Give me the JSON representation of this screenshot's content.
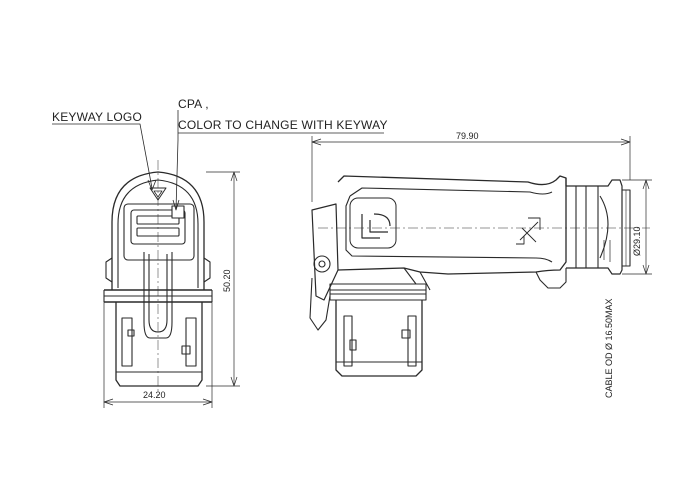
{
  "callouts": {
    "keyway_logo": "KEYWAY LOGO",
    "cpa": "CPA ,",
    "cpa_note": "COLOR TO CHANGE WITH KEYWAY"
  },
  "dimensions": {
    "height": "50.20",
    "width": "24.20",
    "length": "79.90",
    "diameter": "Ø29.10",
    "cable_od": "CABLE OD Ø 16.50MAX"
  },
  "colors": {
    "line": "#2a2a2a",
    "background": "#ffffff"
  }
}
